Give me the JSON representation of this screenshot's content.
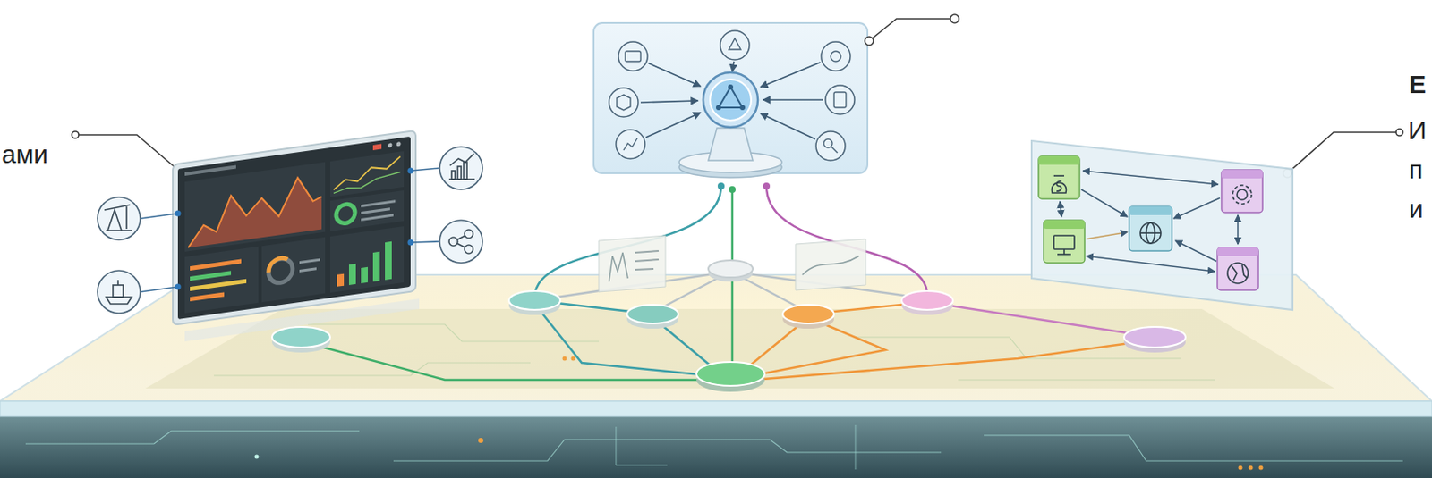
{
  "diagram": {
    "labels": [
      "ами",
      "Е",
      "И",
      "п",
      "и"
    ]
  }
}
